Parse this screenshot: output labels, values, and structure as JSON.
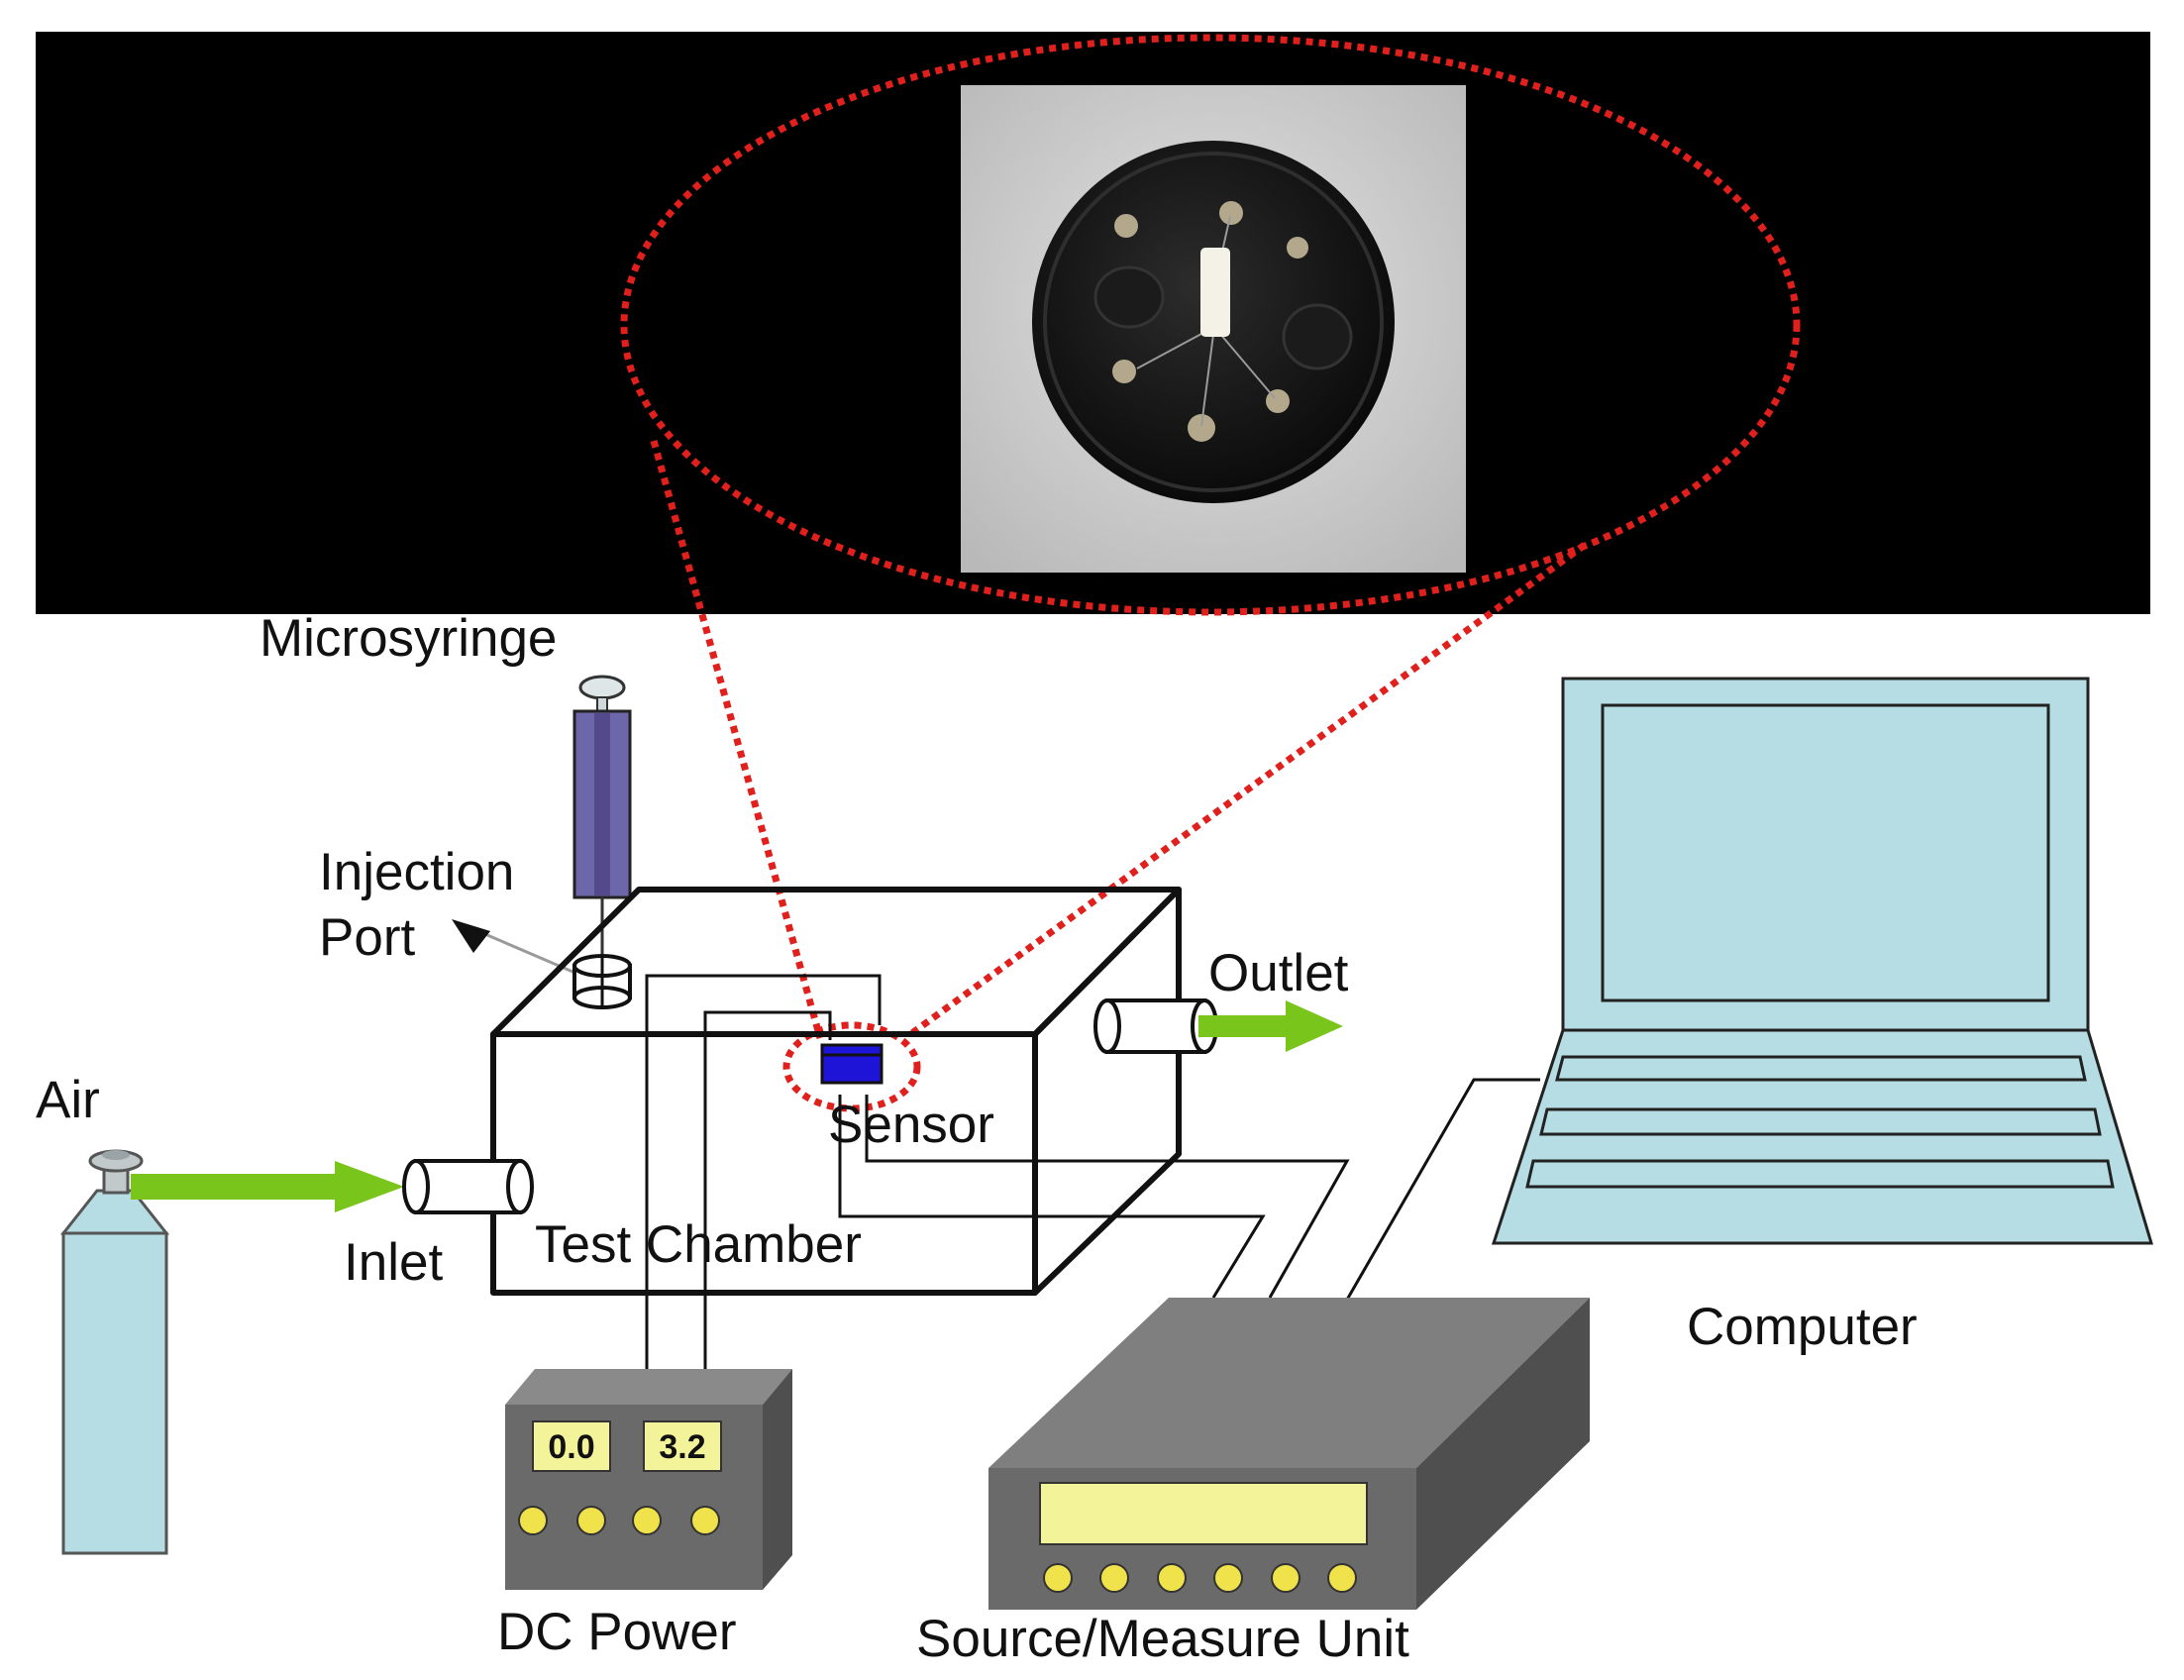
{
  "labels": {
    "microsyringe": "Microsyringe",
    "injection_port_line1": "Injection",
    "injection_port_line2": "Port",
    "outlet": "Outlet",
    "air": "Air",
    "sensor": "Sensor",
    "inlet": "Inlet",
    "test_chamber": "Test Chamber",
    "computer": "Computer",
    "dc_power": "DC Power",
    "source_measure_unit": "Source/Measure Unit"
  },
  "dc_power_display": {
    "left": "0.0",
    "right": "3.2"
  },
  "colors": {
    "inset_background": "#000000",
    "zoom_outline": "#e0201c",
    "arrow": "#7ac51b",
    "syringe": "#6e66aa",
    "sensor": "#1e14d8",
    "cylinder": "#b5dde3",
    "computer": "#b5dde3",
    "display": "#f3f49a",
    "knob": "#f0e24a",
    "unit_body": "#6a6a6a",
    "photo_background": "#cdcdcd",
    "sensor_housing": "#151515"
  }
}
